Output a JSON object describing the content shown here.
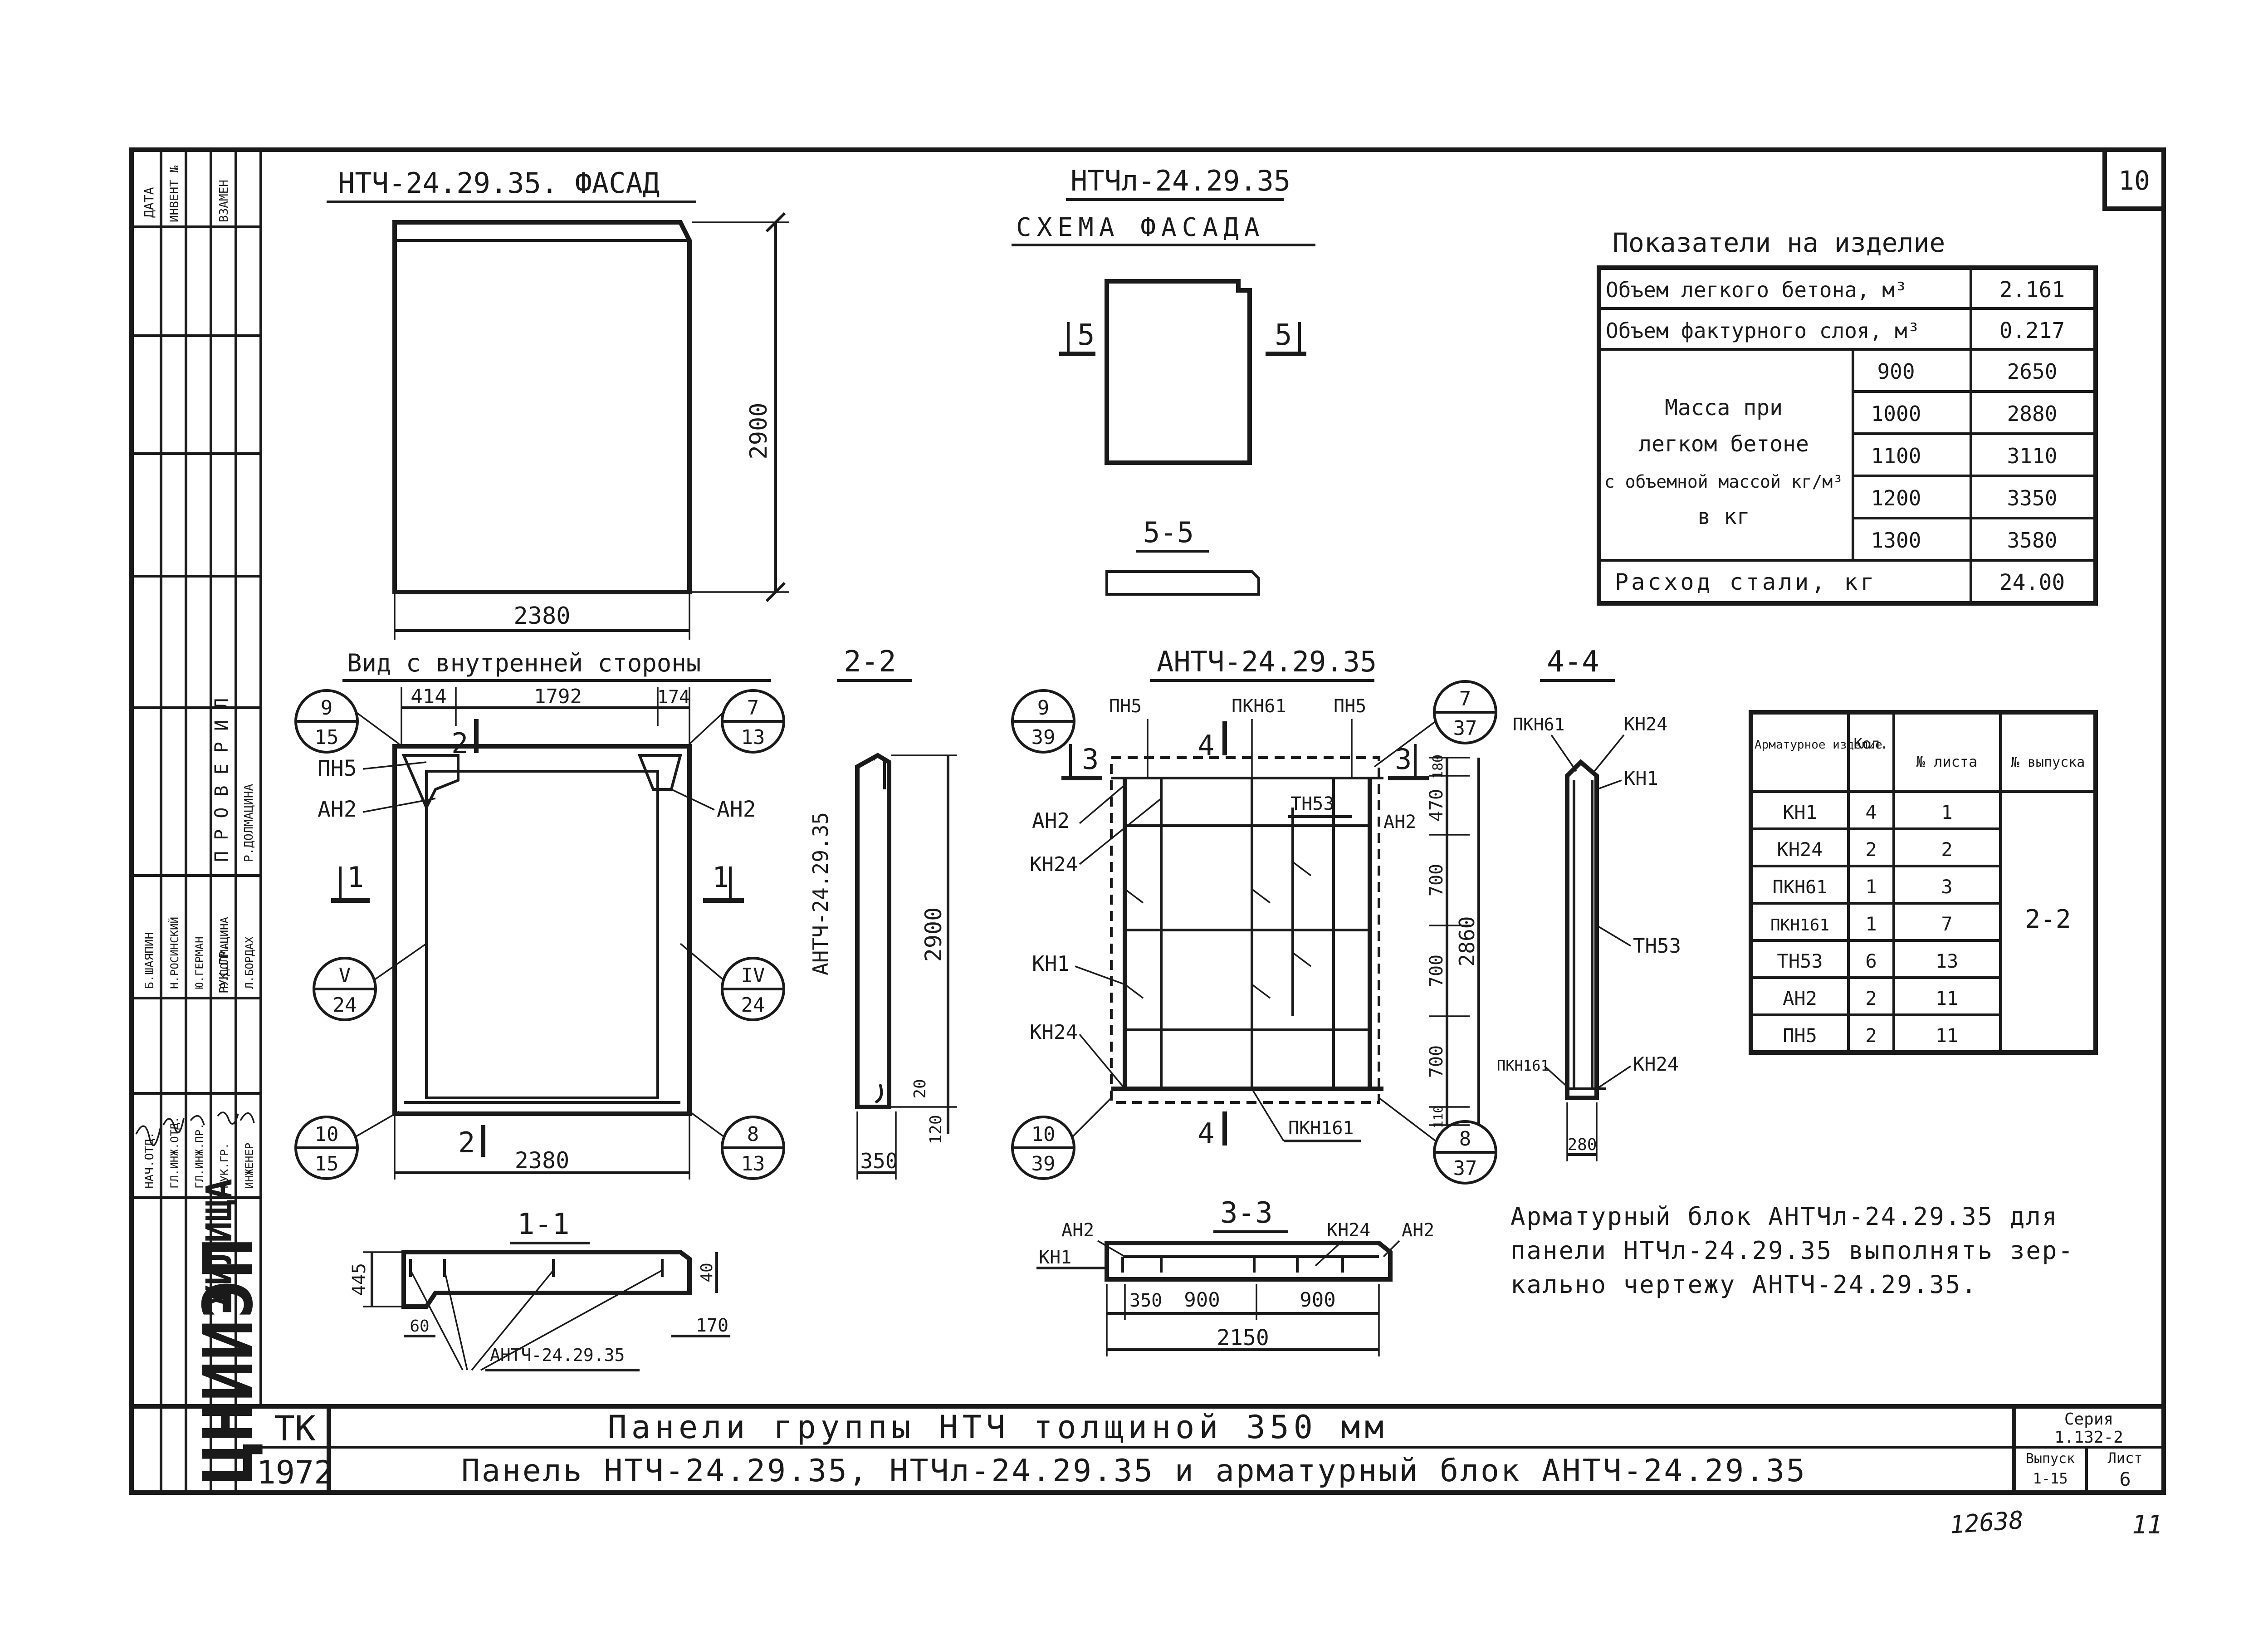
{
  "sheet": {
    "page_number": "10",
    "corner_number": "11",
    "archive_number": "12638"
  },
  "left_strip": {
    "head": [
      "ДАТА",
      "ИНВЕНТ №",
      "ВЗАМЕН"
    ],
    "proveril": "П Р О В Е Р И Л",
    "rows": [
      {
        "role": "НАЧ.ОТД.",
        "name": "Б.ШАЯПИН"
      },
      {
        "role": "ГЛ.ИНЖ.ОТД.",
        "name": "Н.РОСИНСКИЙ"
      },
      {
        "role": "ГЛ.ИНЖ.ПР.",
        "name": "Ю.ГЕРМАН"
      },
      {
        "role": "РУК.ГР.",
        "name": "Р.ДОЛМАЦИНА"
      },
      {
        "role": "ИНЖЕНЕР",
        "name": "Л.БОРДАХ"
      }
    ],
    "proveril_row": {
      "role": "РУК.ГР.",
      "name": "Р.ДОЛМАЦИНА"
    },
    "org_name": "ЖИЛИЩА",
    "org_logo": "ЦНИИЭП"
  },
  "facade": {
    "title": "НТЧ-24.29.35. ФАСАД",
    "height_dim": "2900",
    "width_dim": "2380"
  },
  "schema": {
    "title": "НТЧл-24.29.35",
    "subtitle": "СХЕМА ФАСАДА",
    "cut_left": "5",
    "cut_right": "5",
    "section_label": "5-5"
  },
  "indicators": {
    "title": "Показатели на изделие",
    "rows": [
      {
        "label": "Объем легкого бетона, м³",
        "value": "2.161"
      },
      {
        "label": "Объем фактурного слоя, м³",
        "value": "0.217"
      }
    ],
    "mass_label": [
      "Масса при",
      "легком бетоне",
      "с объемной массой кг/м³",
      "в кг"
    ],
    "mass_rows": [
      {
        "density": "900",
        "mass": "2650"
      },
      {
        "density": "1000",
        "mass": "2880"
      },
      {
        "density": "1100",
        "mass": "3110"
      },
      {
        "density": "1200",
        "mass": "3350"
      },
      {
        "density": "1300",
        "mass": "3580"
      }
    ],
    "steel_label": "Расход стали, кг",
    "steel_value": "24.00"
  },
  "inner_view": {
    "title": "Вид с внутренней стороны",
    "dims_top": [
      "414",
      "1792",
      "174"
    ],
    "bottom_dim": "2380",
    "labels": {
      "pn5": "ПН5",
      "an2_left": "АН2",
      "an2_right": "АН2"
    },
    "cuts": {
      "c1_left": "1",
      "c1_right": "1",
      "c2_top": "2",
      "c2_bottom": "2"
    },
    "bubbles": [
      {
        "top": "9",
        "bot": "15"
      },
      {
        "top": "7",
        "bot": "13"
      },
      {
        "top": "V",
        "bot": "24"
      },
      {
        "top": "IV",
        "bot": "24"
      },
      {
        "top": "10",
        "bot": "15"
      },
      {
        "top": "8",
        "bot": "13"
      }
    ]
  },
  "section_2_2": {
    "title": "2-2",
    "label": "АНТЧ-24.29.35",
    "height_dim": "2900",
    "dim_20": "20",
    "dim_120": "120",
    "width_dim": "350"
  },
  "section_1_1": {
    "title": "1-1",
    "dim_445": "445",
    "dim_40": "40",
    "dim_60": "60",
    "dim_170": "170",
    "label": "АНТЧ-24.29.35"
  },
  "block": {
    "title": "АНТЧ-24.29.35",
    "labels": {
      "pn5_left": "ПН5",
      "pkn61": "ПКН61",
      "pn5_right": "ПН5",
      "an2_left": "АН2",
      "an2_right": "АН2",
      "tn53": "ТН53",
      "kn24_a": "КН24",
      "kn1": "КН1",
      "kn24_b": "КН24",
      "pkn161": "ПКН161"
    },
    "cuts": {
      "c3_left": "3",
      "c3_right": "3",
      "c4_top": "4",
      "c4_bottom": "4"
    },
    "dims_right": [
      "180",
      "470",
      "700",
      "700",
      "700",
      "110"
    ],
    "total_height": "2860",
    "bubbles": [
      {
        "top": "9",
        "bot": "39"
      },
      {
        "top": "7",
        "bot": "37"
      },
      {
        "top": "10",
        "bot": "39"
      },
      {
        "top": "8",
        "bot": "37"
      }
    ]
  },
  "section_4_4": {
    "title": "4-4",
    "labels": {
      "pkn61": "ПКН61",
      "kn24_top": "КН24",
      "kn1": "КН1",
      "tn53": "ТН53",
      "pkn161": "ПКН161",
      "kn24_bot": "КН24"
    },
    "width_dim": "280"
  },
  "section_3_3": {
    "title": "3-3",
    "labels": {
      "an2_left": "АН2",
      "kn1": "КН1",
      "kn24": "КН24",
      "an2_right": "АН2"
    },
    "dims": [
      "350",
      "900",
      "900"
    ],
    "total": "2150"
  },
  "rebar_table": {
    "headers": [
      "Арматурное изделие",
      "Кол.",
      "№ листа",
      "№ выпуска"
    ],
    "rows": [
      {
        "item": "КН1",
        "qty": "4",
        "sheet": "1"
      },
      {
        "item": "КН24",
        "qty": "2",
        "sheet": "2"
      },
      {
        "item": "ПКН61",
        "qty": "1",
        "sheet": "3"
      },
      {
        "item": "ПКН161",
        "qty": "1",
        "sheet": "7"
      },
      {
        "item": "ТН53",
        "qty": "6",
        "sheet": "13"
      },
      {
        "item": "АН2",
        "qty": "2",
        "sheet": "11"
      },
      {
        "item": "ПН5",
        "qty": "2",
        "sheet": "11"
      }
    ],
    "issue": "2-2"
  },
  "note": [
    "Арматурный блок АНТЧл-24.29.35 для",
    "панели НТЧл-24.29.35 выполнять зер-",
    "кально чертежу АНТЧ-24.29.35."
  ],
  "title_block": {
    "tk": "ТК",
    "year": "1972",
    "line1": "Панели группы НТЧ толщиной 350 мм",
    "line2": "Панель НТЧ-24.29.35, НТЧл-24.29.35 и арматурный блок АНТЧ-24.29.35",
    "series_label": "Серия",
    "series_value": "1.132-2",
    "issue_label": "Выпуск",
    "issue_value": "1-15",
    "list_label": "Лист",
    "list_value": "6"
  }
}
